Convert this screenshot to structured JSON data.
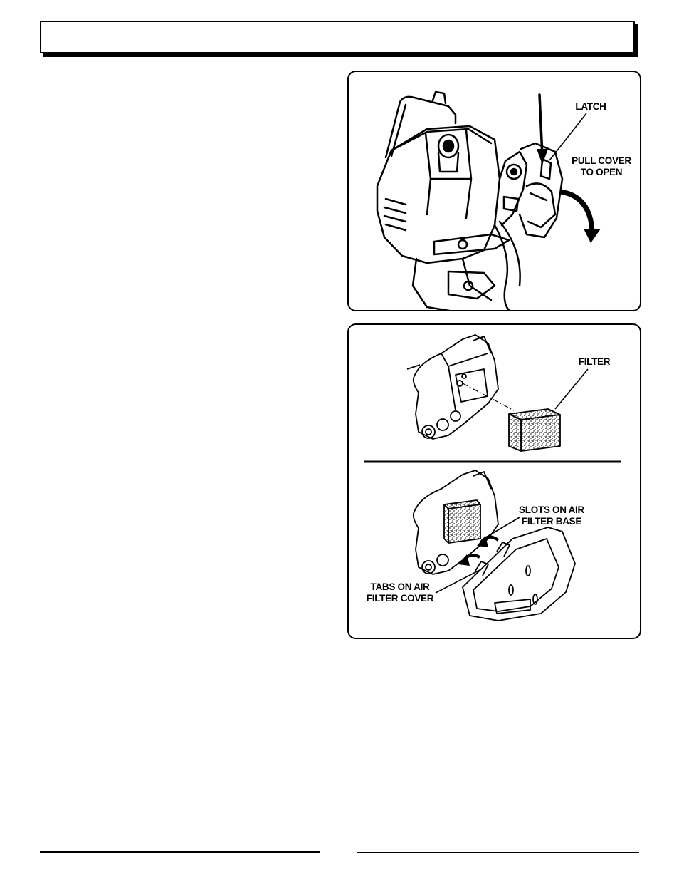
{
  "figure_top": {
    "labels": {
      "latch": "LATCH",
      "pull_cover_line1": "PULL COVER",
      "pull_cover_line2": "TO OPEN"
    }
  },
  "figure_bottom": {
    "labels": {
      "filter": "FILTER",
      "slots_line1": "SLOTS ON AIR",
      "slots_line2": "FILTER BASE",
      "tabs_line1": "TABS ON AIR",
      "tabs_line2": "FILTER COVER"
    }
  }
}
